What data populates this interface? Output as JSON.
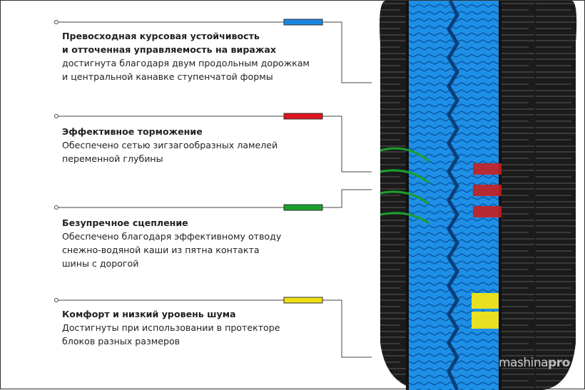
{
  "features": [
    {
      "title": [
        "Превосходная курсовая устойчивость",
        "и отточенная управляемость на виражах"
      ],
      "desc": [
        "достигнута благодаря двум продольным дорожкам",
        "и центральной канавке ступенчатой формы"
      ],
      "color": "#1a86e0"
    },
    {
      "title": [
        "Эффективное торможение"
      ],
      "desc": [
        "Обеспечено сетью зигзагообразных ламелей",
        "переменной глубины"
      ],
      "color": "#e0141e"
    },
    {
      "title": [
        "Безупречное сцепление"
      ],
      "desc": [
        "Обеспечено благодаря эффективному отводу",
        "снежно-водяной каши из пятна контакта",
        "шины с дорогой"
      ],
      "color": "#1aa02a"
    },
    {
      "title": [
        "Комфорт и низкий уровень шума"
      ],
      "desc": [
        "Достигнуты при использовании в протекторе",
        "блоков разных размеров"
      ],
      "color": "#f0e010"
    }
  ],
  "watermark": {
    "part1": "mashina",
    "part2": "pro"
  }
}
